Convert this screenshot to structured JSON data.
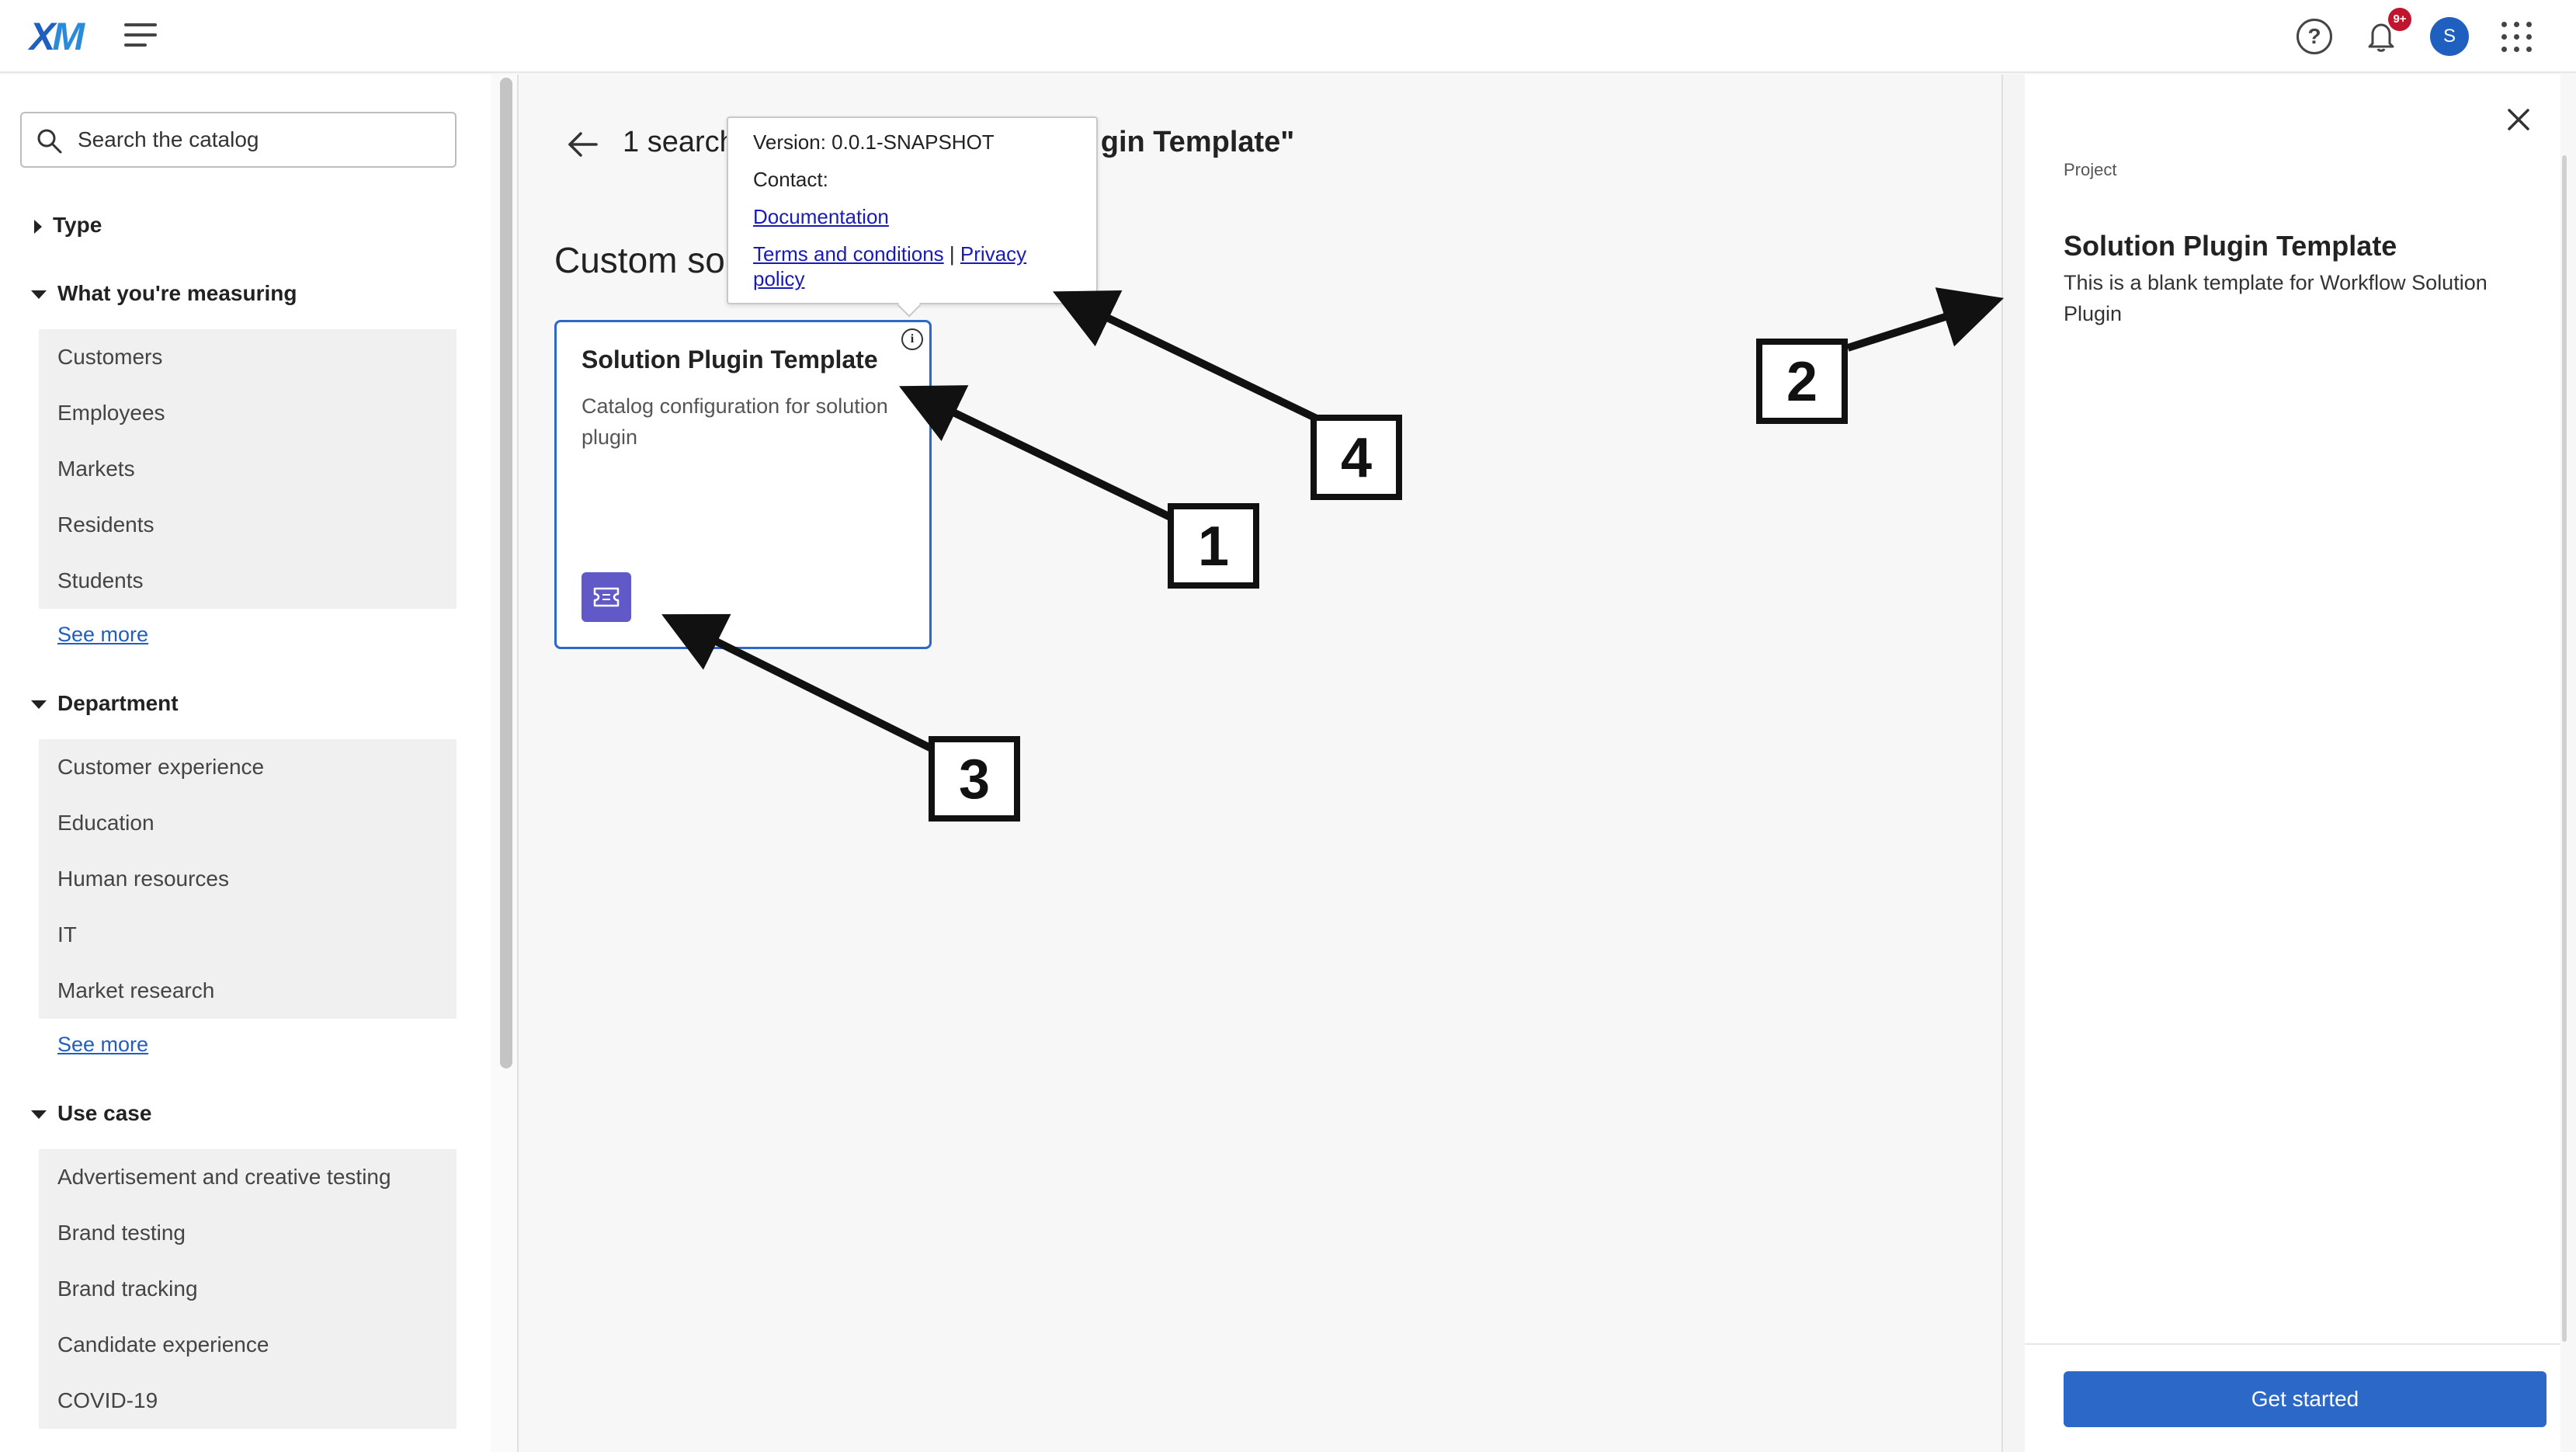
{
  "topbar": {
    "logo_x": "X",
    "logo_m": "M",
    "help_glyph": "?",
    "notification_badge": "9+",
    "avatar_initial": "S",
    "icons": [
      "hamburger-icon",
      "help-icon",
      "bell-icon",
      "avatar",
      "apps-grid-icon"
    ]
  },
  "sidebar": {
    "search_placeholder": "Search the catalog",
    "facets": {
      "type": {
        "label": "Type"
      },
      "measuring": {
        "label": "What you're measuring",
        "items": [
          "Customers",
          "Employees",
          "Markets",
          "Residents",
          "Students"
        ],
        "see_more": "See more"
      },
      "department": {
        "label": "Department",
        "items": [
          "Customer experience",
          "Education",
          "Human resources",
          "IT",
          "Market research"
        ],
        "see_more": "See more"
      },
      "use_case": {
        "label": "Use case",
        "items": [
          "Advertisement and creative testing",
          "Brand testing",
          "Brand tracking",
          "Candidate experience",
          "COVID-19"
        ]
      }
    }
  },
  "main": {
    "results_prefix": "1 search",
    "results_suffix": "gin Template\"",
    "section_title": "Custom so",
    "card": {
      "title": "Solution Plugin Template",
      "description": "Catalog configuration for solution plugin",
      "info_glyph": "i"
    },
    "tooltip": {
      "version": "Version: 0.0.1-SNAPSHOT",
      "contact": "Contact:",
      "documentation": "Documentation",
      "terms": "Terms and conditions",
      "separator": "|",
      "privacy_1": "Privacy",
      "privacy_2": "policy"
    }
  },
  "panel": {
    "kicker": "Project",
    "title": "Solution Plugin Template",
    "description": "This is a blank template for Workflow Solution Plugin",
    "cta": "Get started"
  },
  "annotations": {
    "callout_1": "1",
    "callout_2": "2",
    "callout_3": "3",
    "callout_4": "4"
  },
  "colors": {
    "accent_blue": "#2c68c8",
    "badge_purple": "#6159c8",
    "notification_red": "#c0152f",
    "link_blue": "#1a1ab8"
  }
}
